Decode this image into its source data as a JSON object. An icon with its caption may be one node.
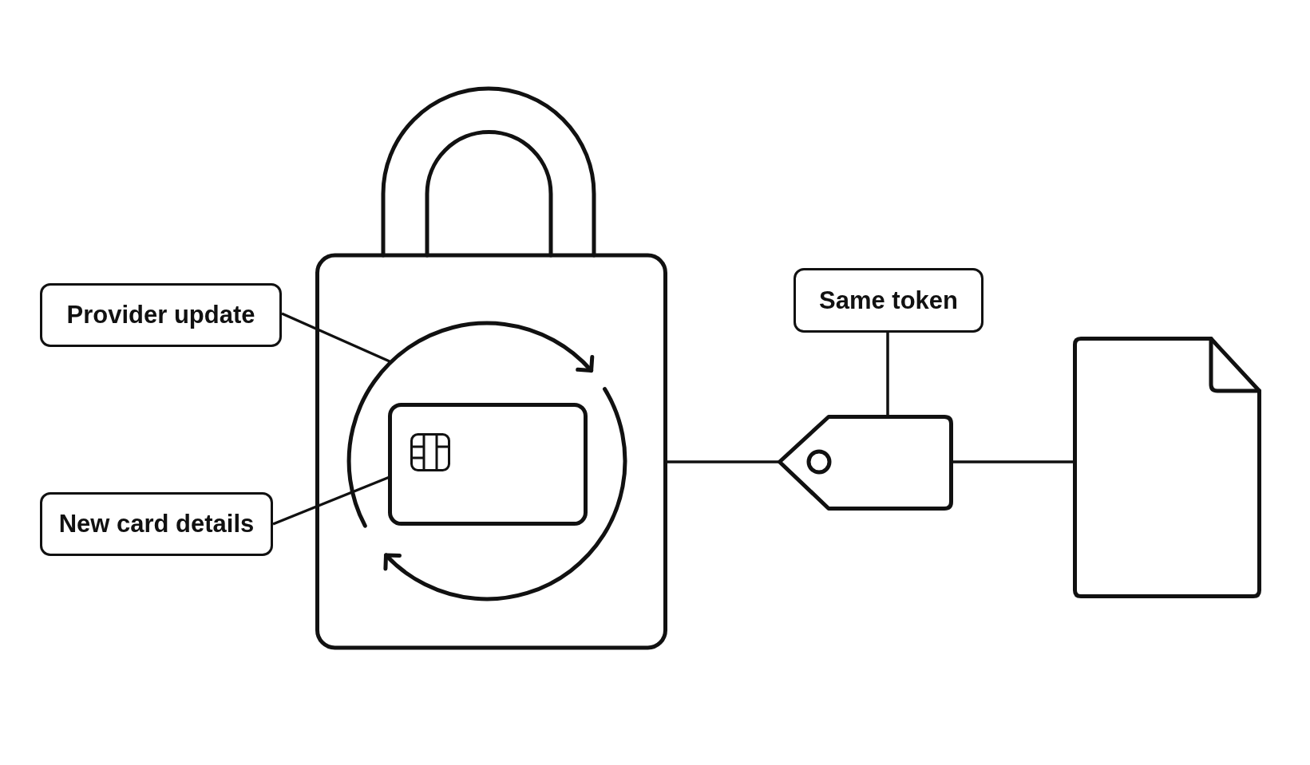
{
  "diagram": {
    "nodes": [
      {
        "text": [
          "Provider update"
        ]
      },
      {
        "text": [
          "New card details"
        ]
      },
      {
        "text": [],
        "shape": "padlock"
      },
      {
        "text": [],
        "shape": "circle",
        "in": 2
      },
      {
        "text": [],
        "shape": "card",
        "in": 3
      },
      {
        "text": [
          "Same token"
        ]
      },
      {
        "text": [],
        "shape": "tag"
      },
      {
        "text": [],
        "shape": "document"
      }
    ],
    "edges": [
      {
        "from": 0,
        "to": 3,
        "arrow": "none"
      },
      {
        "from": 1,
        "to": 4,
        "arrow": "none"
      },
      {
        "from": 2,
        "to": 6,
        "arrow": "none"
      },
      {
        "from": 5,
        "to": 6,
        "arrow": "none"
      },
      {
        "from": 6,
        "to": 7,
        "arrow": "none"
      }
    ]
  }
}
